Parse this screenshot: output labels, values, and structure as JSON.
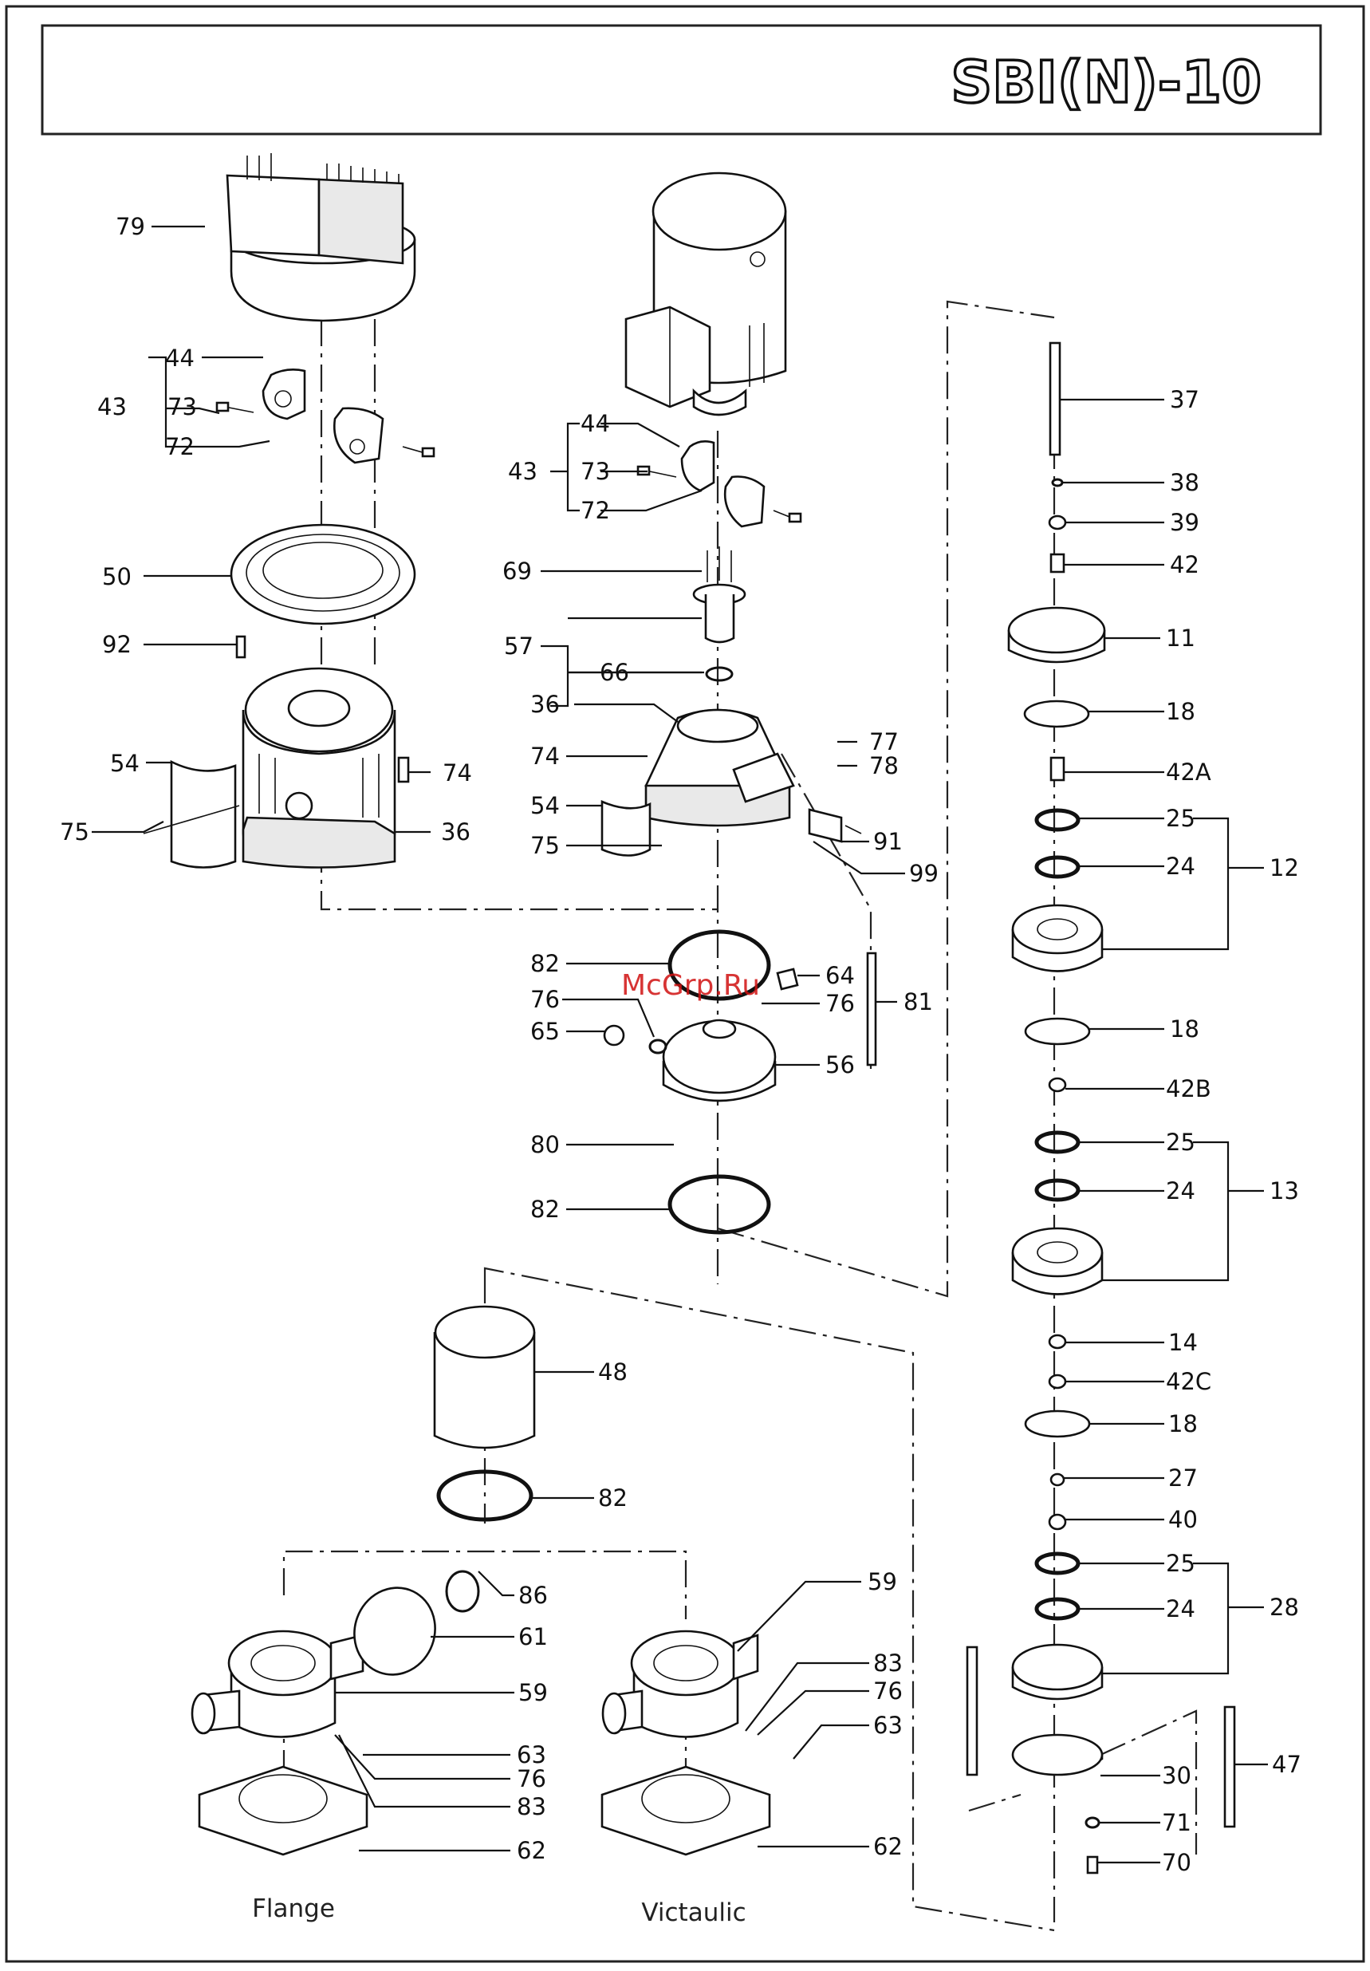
{
  "title": "SBI(N)-10",
  "watermark": "McGrp.Ru",
  "captions": {
    "flange": "Flange",
    "victaulic": "Victaulic"
  },
  "labels": {
    "l79": "79",
    "l44a": "44",
    "l43a": "43",
    "l73a": "73",
    "l72a": "72",
    "l50": "50",
    "l92": "92",
    "l54a": "54",
    "l74a": "74",
    "l75a": "75",
    "l36a": "36",
    "l44b": "44",
    "l43b": "43",
    "l73b": "73",
    "l72b": "72",
    "l69": "69",
    "l57": "57",
    "l66": "66",
    "l36b": "36",
    "l74b": "74",
    "l77": "77",
    "l78": "78",
    "l54b": "54",
    "l75b": "75",
    "l91": "91",
    "l99": "99",
    "l82a": "82",
    "l64": "64",
    "l76a": "76",
    "l76b": "76",
    "l81": "81",
    "l65": "65",
    "l56": "56",
    "l80": "80",
    "l82b": "82",
    "l37": "37",
    "l38": "38",
    "l39": "39",
    "l42": "42",
    "l11": "11",
    "l18a": "18",
    "l42A": "42A",
    "l25a": "25",
    "l24a": "24",
    "l12": "12",
    "l18b": "18",
    "l42B": "42B",
    "l25b": "25",
    "l24b": "24",
    "l13": "13",
    "l14": "14",
    "l42C": "42C",
    "l18c": "18",
    "l27": "27",
    "l40": "40",
    "l25c": "25",
    "l24c": "24",
    "l28": "28",
    "l30": "30",
    "l47": "47",
    "l71": "71",
    "l70": "70",
    "l48": "48",
    "l82c": "82",
    "l86": "86",
    "l61": "61",
    "l59a": "59",
    "l63a": "63",
    "l76c": "76",
    "l83a": "83",
    "l62a": "62",
    "l59b": "59",
    "l83b": "83",
    "l76d": "76",
    "l63b": "63",
    "l62b": "62"
  }
}
